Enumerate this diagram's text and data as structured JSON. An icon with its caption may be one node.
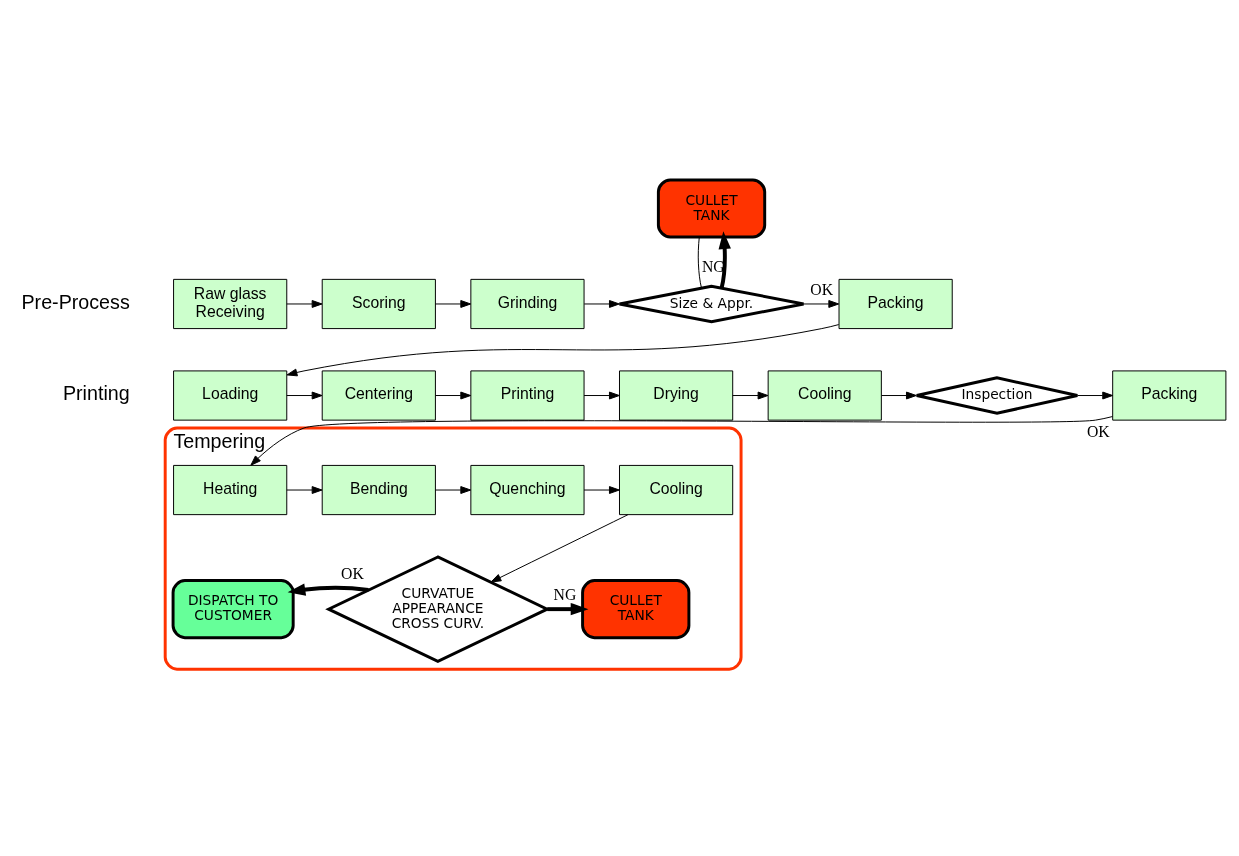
{
  "diagram": {
    "nodes": [
      {
        "text": [
          "Raw glass Receiving"
        ]
      },
      {
        "text": [
          "Scoring"
        ]
      },
      {
        "text": [
          "Grinding"
        ]
      },
      {
        "text": [
          "Size & Appr."
        ]
      },
      {
        "text": [
          "CULLET TANK"
        ]
      },
      {
        "text": [
          "Packing"
        ]
      },
      {
        "text": [
          "Loading"
        ]
      },
      {
        "text": [
          "Centering"
        ]
      },
      {
        "text": [
          "Printing"
        ]
      },
      {
        "text": [
          "Drying"
        ]
      },
      {
        "text": [
          "Cooling"
        ]
      },
      {
        "text": [
          "Inspection"
        ]
      },
      {
        "text": [
          "Packing"
        ]
      },
      {
        "text": [
          "Tempering"
        ]
      },
      {
        "text": [
          "Heating"
        ],
        "in": 13
      },
      {
        "text": [
          "Bending"
        ],
        "in": 13
      },
      {
        "text": [
          "Quenching"
        ],
        "in": 13
      },
      {
        "text": [
          "Cooling"
        ],
        "in": 13
      },
      {
        "text": [
          "CURVATUE APPEARANCE CROSS CURV."
        ],
        "in": 13
      },
      {
        "text": [
          "DISPATCH TO CUSTOMER"
        ],
        "in": 13
      },
      {
        "text": [
          "CULLET TANK"
        ],
        "in": 13
      }
    ],
    "edges": [
      {
        "from": 0,
        "to": 1,
        "arrow": "to"
      },
      {
        "from": 1,
        "to": 2,
        "arrow": "to"
      },
      {
        "from": 2,
        "to": 3,
        "arrow": "to"
      },
      {
        "from": 3,
        "to": 4,
        "arrow": "to",
        "label": "NG",
        "style": "thick"
      },
      {
        "from": 4,
        "to": 3,
        "arrow": "none"
      },
      {
        "from": 3,
        "to": 5,
        "arrow": "to",
        "label": "OK"
      },
      {
        "from": 5,
        "to": 6,
        "arrow": "to"
      },
      {
        "from": 6,
        "to": 7,
        "arrow": "to"
      },
      {
        "from": 7,
        "to": 8,
        "arrow": "to"
      },
      {
        "from": 8,
        "to": 9,
        "arrow": "to"
      },
      {
        "from": 9,
        "to": 10,
        "arrow": "to"
      },
      {
        "from": 10,
        "to": 11,
        "arrow": "to"
      },
      {
        "from": 11,
        "to": 12,
        "arrow": "to"
      },
      {
        "from": 12,
        "to": 14,
        "arrow": "to",
        "label": "OK"
      },
      {
        "from": 14,
        "to": 15,
        "arrow": "to"
      },
      {
        "from": 15,
        "to": 16,
        "arrow": "to"
      },
      {
        "from": 16,
        "to": 17,
        "arrow": "to"
      },
      {
        "from": 17,
        "to": 18,
        "arrow": "to"
      },
      {
        "from": 18,
        "to": 19,
        "arrow": "to",
        "label": "OK",
        "style": "thick"
      },
      {
        "from": 18,
        "to": 20,
        "arrow": "to",
        "label": "NG",
        "style": "thick"
      }
    ],
    "labels": [
      "Pre-Process",
      "Printing"
    ]
  }
}
